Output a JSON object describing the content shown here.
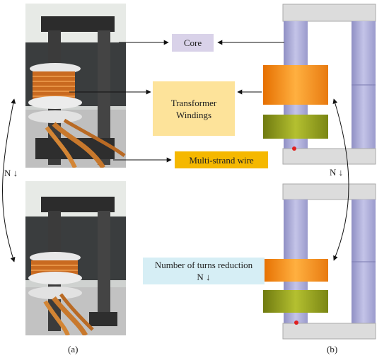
{
  "labels": {
    "core": "Core",
    "windings_line1": "Transformer",
    "windings_line2": "Windings",
    "wire": "Multi-strand wire",
    "turns_line1": "Number of turns reduction",
    "turns_line2": "N ↓",
    "n_left": "N ↓",
    "n_right": "N ↓",
    "caption_a": "(a)",
    "caption_b": "(b)"
  },
  "colors": {
    "core_box": "#d9d2e9",
    "windings_box": "#fde39a",
    "wire_box": "#f5b800",
    "turns_box": "#d6eef5",
    "copper": "#d97a2a",
    "orange_coil": "#f08a14",
    "green_coil": "#8a9a1a",
    "pillar": "#b4b4dc",
    "plate": "#dcdcdc"
  }
}
